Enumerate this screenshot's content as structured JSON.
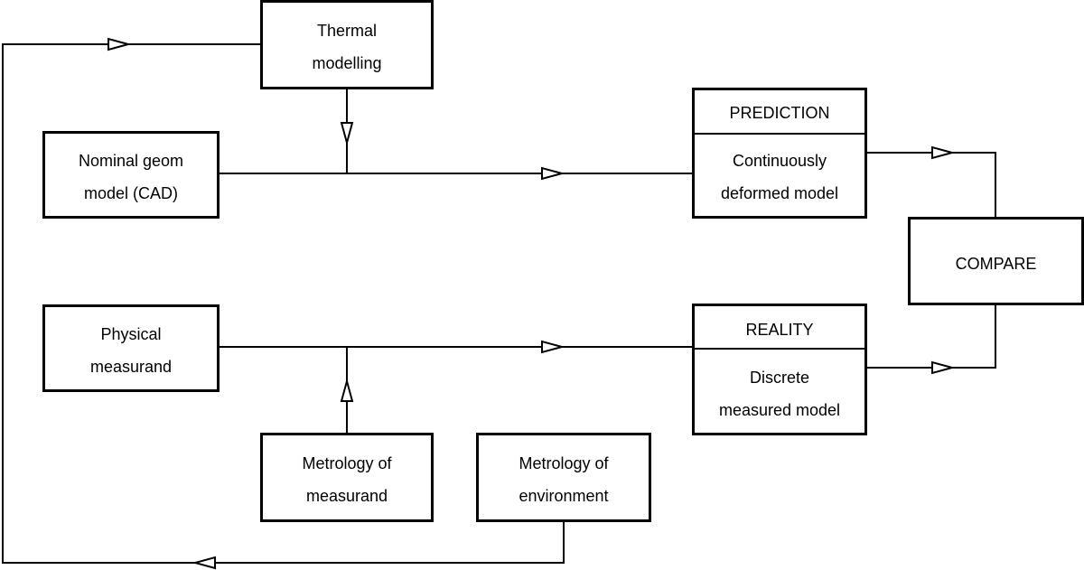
{
  "boxes": {
    "thermal": {
      "line1": "Thermal",
      "line2": "modelling"
    },
    "nominal": {
      "line1": "Nominal geom",
      "line2": "model (CAD)"
    },
    "prediction": {
      "header": "PREDICTION",
      "line1": "Continuously",
      "line2": "deformed model"
    },
    "compare": {
      "line1": "COMPARE"
    },
    "physical": {
      "line1": "Physical",
      "line2": "measurand"
    },
    "reality": {
      "header": "REALITY",
      "line1": "Discrete",
      "line2": "measured model"
    },
    "metrology_measurand": {
      "line1": "Metrology of",
      "line2": "measurand"
    },
    "metrology_environment": {
      "line1": "Metrology of",
      "line2": "environment"
    }
  }
}
